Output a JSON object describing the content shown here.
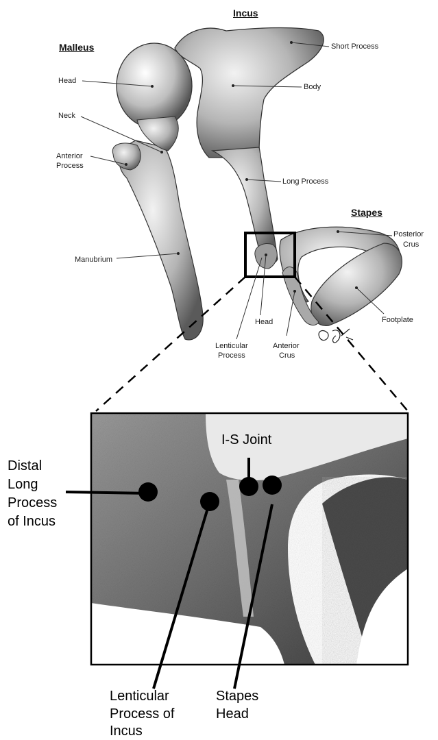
{
  "headings": {
    "incus": "Incus",
    "malleus": "Malleus",
    "stapes": "Stapes"
  },
  "labels": {
    "short_process": "Short Process",
    "body": "Body",
    "head_malleus": "Head",
    "neck": "Neck",
    "anterior_process_1": "Anterior",
    "anterior_process_2": "Process",
    "long_process": "Long Process",
    "posterior_crus_1": "Posterior",
    "posterior_crus_2": "Crus",
    "manubrium": "Manubrium",
    "head_stapes": "Head",
    "lenticular_process_1": "Lenticular",
    "lenticular_process_2": "Process",
    "anterior_crus_1": "Anterior",
    "anterior_crus_2": "Crus",
    "footplate": "Footplate"
  },
  "signature": "EC '02",
  "inset": {
    "is_joint": "I-S Joint",
    "distal_long_process": [
      "Distal",
      "Long",
      "Process",
      "of Incus"
    ],
    "lenticular_process_of_incus": [
      "Lenticular",
      "Process of",
      "Incus"
    ],
    "stapes_head": [
      "Stapes",
      "Head"
    ]
  }
}
